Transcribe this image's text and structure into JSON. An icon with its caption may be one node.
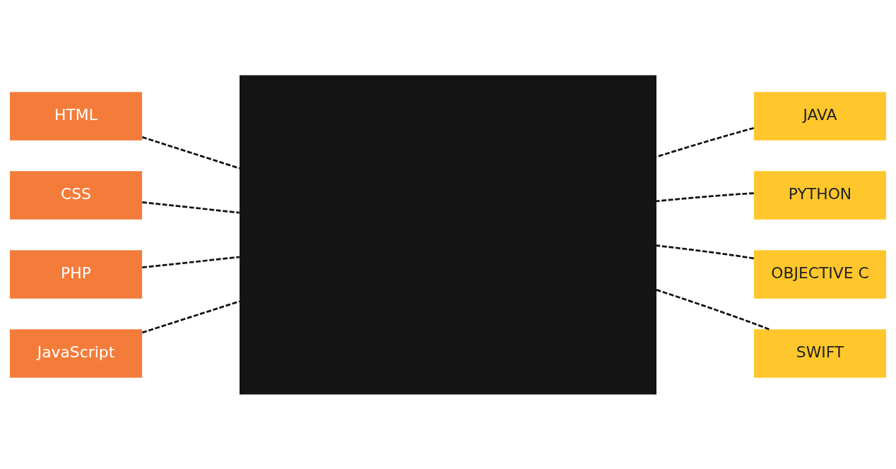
{
  "diagram": {
    "nodes": [
      {
        "text": [
          "HTML"
        ]
      },
      {
        "text": [
          "CSS"
        ]
      },
      {
        "text": [
          "PHP"
        ]
      },
      {
        "text": [
          "JavaScript"
        ]
      },
      {
        "text": [],
        "shape": "box"
      },
      {
        "text": [
          "JAVA"
        ]
      },
      {
        "text": [
          "PYTHON"
        ]
      },
      {
        "text": [
          "OBJECTIVE C"
        ]
      },
      {
        "text": [
          "SWIFT"
        ]
      }
    ],
    "edges": [
      {
        "from": 0,
        "to": 4,
        "arrow": "none",
        "style": "dashed"
      },
      {
        "from": 1,
        "to": 4,
        "arrow": "none",
        "style": "dashed"
      },
      {
        "from": 2,
        "to": 4,
        "arrow": "none",
        "style": "dashed"
      },
      {
        "from": 3,
        "to": 4,
        "arrow": "none",
        "style": "dashed"
      },
      {
        "from": 5,
        "to": 4,
        "arrow": "none",
        "style": "dashed"
      },
      {
        "from": 6,
        "to": 4,
        "arrow": "none",
        "style": "dashed"
      },
      {
        "from": 7,
        "to": 4,
        "arrow": "none",
        "style": "dashed"
      },
      {
        "from": 8,
        "to": 4,
        "arrow": "none",
        "style": "dashed"
      }
    ]
  }
}
